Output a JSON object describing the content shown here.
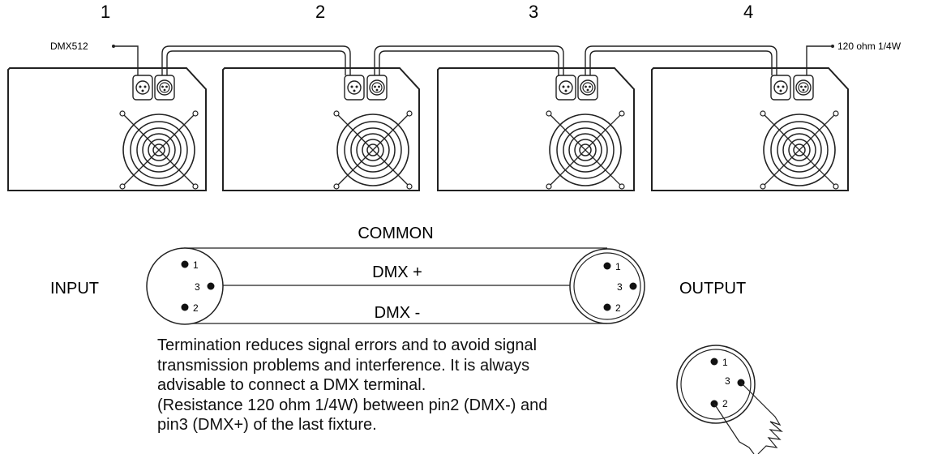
{
  "fixtures": [
    {
      "number": "1"
    },
    {
      "number": "2"
    },
    {
      "number": "3"
    },
    {
      "number": "4"
    }
  ],
  "labels": {
    "dmx_in": "DMX512",
    "terminator": "120 ohm 1/4W",
    "common": "COMMON",
    "dmx_plus": "DMX +",
    "dmx_minus": "DMX -",
    "input": "INPUT",
    "output": "OUTPUT"
  },
  "pins": {
    "pin1": "1",
    "pin2": "2",
    "pin3": "3"
  },
  "note_lines": [
    "Termination reduces signal errors and to avoid signal",
    "transmission problems and interference. It is always",
    "advisable to connect a DMX terminal.",
    "(Resistance 120 ohm 1/4W) between pin2 (DMX-) and",
    "pin3 (DMX+) of the last fixture."
  ]
}
